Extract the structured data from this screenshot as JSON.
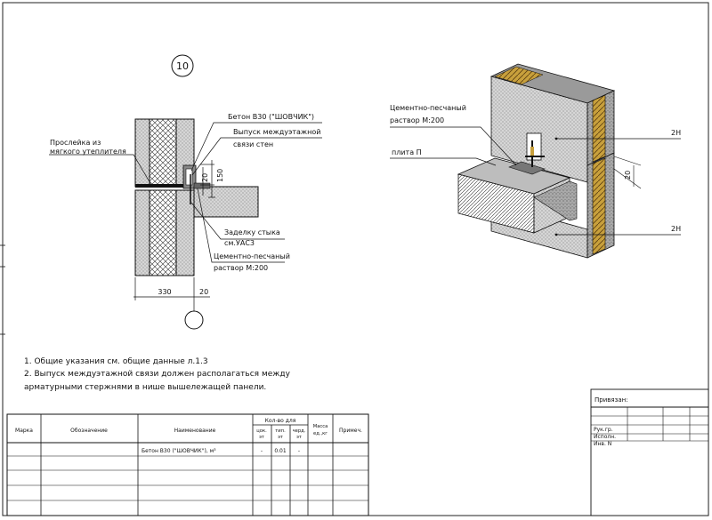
{
  "detail": {
    "marker": "10",
    "labels": {
      "concrete": "Бетон В30 (\"ШОВЧИК\")",
      "outlet_line1": "Выпуск междуэтажной",
      "outlet_line2": "связи стен",
      "soft_layer_line1": "Прослейка из",
      "soft_layer_line2": "мягкого утеплителя",
      "joint_line1": "Заделку стыка",
      "joint_line2": "см.УАС3",
      "mortar_line1": "Цементно-песчаный",
      "mortar_line2": "раствор М:200"
    },
    "dimensions": {
      "d20_upper": "20",
      "d150": "150",
      "d330": "330",
      "d20_lower": "20"
    }
  },
  "iso": {
    "mortar_line1": "Цементно-песчаный",
    "mortar_line2": "раствор М:200",
    "slab": "плита П",
    "panel_top": "2Н",
    "panel_bottom": "2Н",
    "dim20": "20"
  },
  "notes": [
    "1. Общие указания см. общие данные л.1.3",
    "2. Выпуск междуэтажной связи должен располагаться между",
    "арматурными стержнями в нише вышележащей панели."
  ],
  "stamp": {
    "title": "Привязан:",
    "rows": [
      "Рук.гр.",
      "Исполн.",
      "Инв. N"
    ]
  },
  "spec_table": {
    "headers": {
      "mark": "Марка",
      "designation": "Обозначение",
      "name": "Наименование",
      "qty_group": "Кол-во для",
      "sub1": [
        "цок.",
        "эт"
      ],
      "sub2": [
        "тип.",
        "эт"
      ],
      "sub3": [
        "черд.",
        "эт"
      ],
      "mass": [
        "Масса",
        "ед.,кг"
      ],
      "note": "Примеч."
    },
    "rows": [
      {
        "mark": "",
        "designation": "",
        "name": "Бетон В30 (\"ШОВЧИК\"), м³",
        "q1": "-",
        "q2": "0.01",
        "q3": "-",
        "mass": "",
        "note": ""
      }
    ]
  }
}
